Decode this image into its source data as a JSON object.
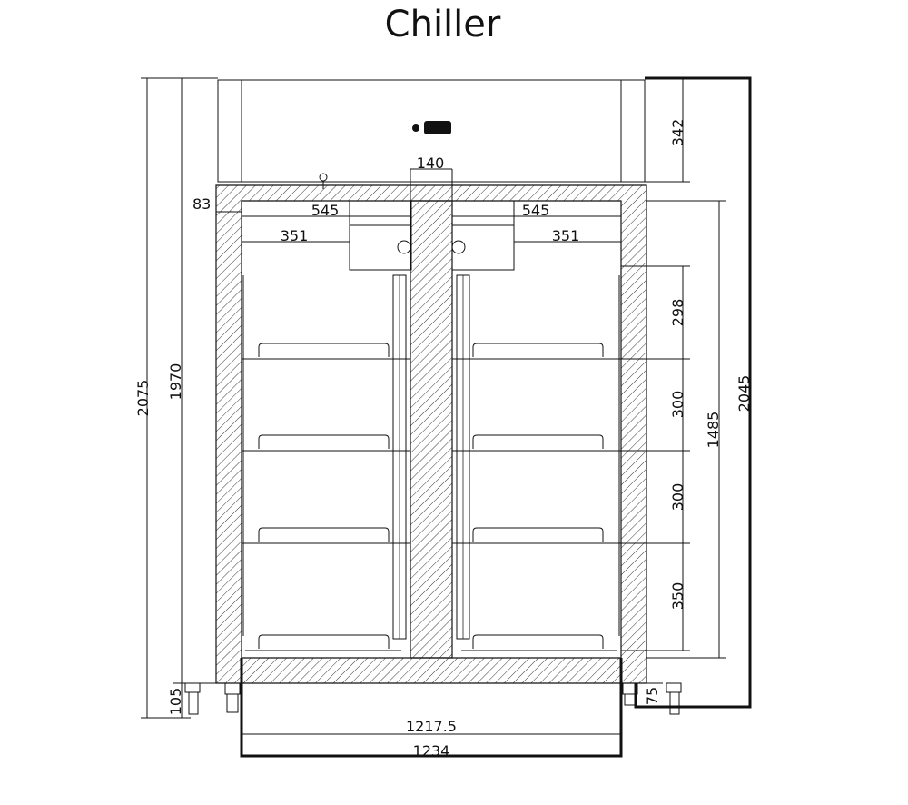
{
  "title": "Chiller",
  "dimensions": {
    "total_height": "2075",
    "body_height": "1970",
    "leg_height": "105",
    "wall_thickness": "83",
    "door_gap": "140",
    "inner_width_left": "545",
    "inner_width_right": "545",
    "rail_width_left": "351",
    "rail_width_right": "351",
    "canopy_height": "342",
    "shelf_top_gap": "298",
    "shelf_gap_1": "300",
    "shelf_gap_2": "300",
    "shelf_gap_bottom": "350",
    "interior_height": "1485",
    "door_open_height": "2045",
    "foot_height_right": "75",
    "inner_total_width": "1217.5",
    "total_width": "1234"
  },
  "colors": {
    "line": "#111111",
    "background": "#ffffff"
  }
}
